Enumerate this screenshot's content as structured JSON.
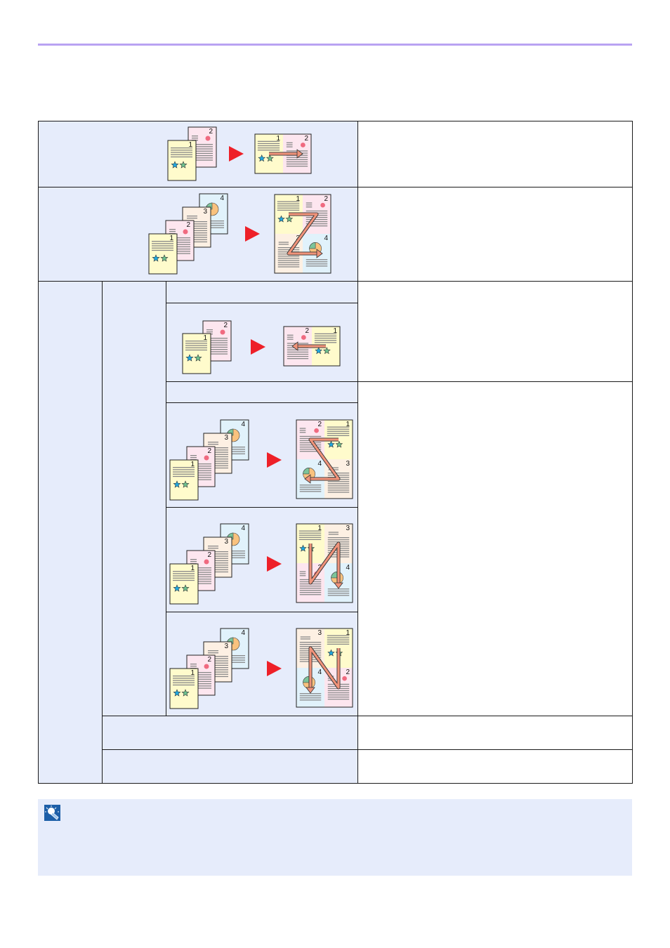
{
  "colors": {
    "accent_rule": "#b9a3f2",
    "cell_fill": "#e6ecfb",
    "arrow_red": "#ee2028",
    "path_arrow": "#f0937a",
    "page_fills": {
      "1": "#fffbcc",
      "2": "#fde6ef",
      "3": "#fdf0e3",
      "4": "#e1f2fb"
    }
  },
  "note": {
    "icon": "lightbulb-hint-icon"
  },
  "illustrations": [
    {
      "name": "combine-2in1-left-to-right",
      "pages": [
        "1",
        "2"
      ],
      "output": {
        "cols": 2,
        "rows": 1,
        "cells": [
          "1",
          "2"
        ]
      }
    },
    {
      "name": "combine-4in1-z-left-to-right",
      "pages": [
        "1",
        "2",
        "3",
        "4"
      ],
      "output": {
        "cols": 2,
        "rows": 2,
        "cells": [
          "1",
          "2",
          "3",
          "4"
        ]
      }
    },
    {
      "name": "combine-2in1-right-to-left",
      "pages": [
        "1",
        "2"
      ],
      "output": {
        "cols": 2,
        "rows": 1,
        "cells": [
          "2",
          "1"
        ]
      }
    },
    {
      "name": "combine-4in1-right-then-down",
      "pages": [
        "1",
        "2",
        "3",
        "4"
      ],
      "output": {
        "cols": 2,
        "rows": 2,
        "cells": [
          "2",
          "1",
          "4",
          "3"
        ]
      }
    },
    {
      "name": "combine-4in1-down-then-right",
      "pages": [
        "1",
        "2",
        "3",
        "4"
      ],
      "output": {
        "cols": 2,
        "rows": 2,
        "cells": [
          "1",
          "3",
          "2",
          "4"
        ]
      }
    },
    {
      "name": "combine-4in1-down-then-left",
      "pages": [
        "1",
        "2",
        "3",
        "4"
      ],
      "output": {
        "cols": 2,
        "rows": 2,
        "cells": [
          "3",
          "1",
          "4",
          "2"
        ]
      }
    }
  ]
}
